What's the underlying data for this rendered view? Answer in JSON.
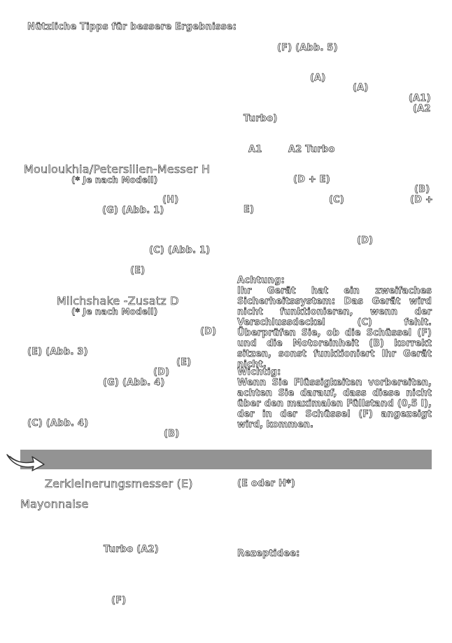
{
  "left_column": {
    "tips_heading": "Nützliche Tipps für bessere Ergebnisse:",
    "mouloukhia_title": "Mouloukhia/Petersilien-Messer H",
    "mouloukhia_note": "(* Je nach Modell)",
    "ref_h": "(H)",
    "ref_g_abb1": "(G)  (Abb. 1)",
    "ref_c_abb1": "(C) (Abb. 1)",
    "ref_e_1": "(E)",
    "milchshake_title": "Milchshake -Zusatz D",
    "milchshake_note": "(* Je nach Modell)",
    "ref_d_1": "(D)",
    "ref_e_abb3": "(E)  (Abb. 3)",
    "ref_e_2": "(E)",
    "ref_d_2": "(D)",
    "ref_g_abb4": "(G)  (Abb. 4)",
    "ref_c_abb4": "(C)  (Abb. 4)",
    "ref_b": "(B)"
  },
  "right_column": {
    "ref_f_abb5": "(F)  (Abb. 5)",
    "ref_a_1": "(A)",
    "ref_a_2": "(A)",
    "ref_a1": "(A1)",
    "ref_a2": "(A2",
    "turbo_close": "Turbo)",
    "a1": "A1",
    "a2_turbo": "A2 Turbo",
    "ref_de": "(D + E)",
    "ref_b": "(B)",
    "ref_c": "(C)",
    "ref_d_plus": "(D +",
    "ref_e_close": "E)",
    "ref_d": "(D)",
    "achtung_heading": "Achtung:",
    "achtung_text": "Ihr Gerät hat ein zweifaches Sicherheitssystem: Das Gerät wird nicht funktionieren, wenn der Verschlussdeckel (C) fehlt. Überprüfen Sie, ob die Schüssel (F) und die Motoreinheit (B) korrekt sitzen, sonst funktioniert Ihr Gerät nicht.",
    "wichtig_heading": "Wichtig:",
    "wichtig_text": "Wenn Sie Flüssigkeiten vorbereiten, achten Sie darauf, dass diese nicht über den maximalen Füllstand (0,5 l), der in der Schüssel (F) angezeigt wird, kommen."
  },
  "lower": {
    "zerkleinerung_title": "Zerkleinerungsmesser (E)",
    "mayonnaise": "Mayonnaise",
    "turbo_a2": "Turbo (A2)",
    "ref_f": "(F)",
    "e_or_h": "(E oder  H*)",
    "rezeptidee": "Rezeptidee:"
  },
  "colors": {
    "bar": "#939393",
    "text_outline": "#2a2a2a"
  }
}
